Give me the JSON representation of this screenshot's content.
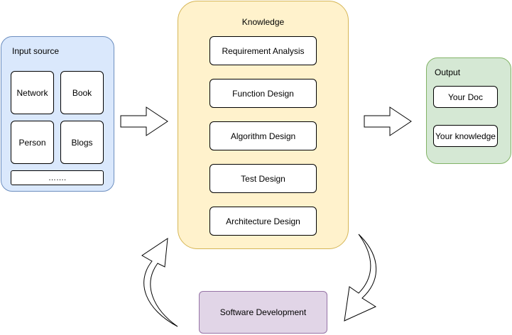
{
  "input_source": {
    "title": "Input source",
    "items": [
      "Network",
      "Book",
      "Person",
      "Blogs"
    ],
    "more": "……."
  },
  "knowledge": {
    "title": "Knowledge",
    "items": [
      "Requirement Analysis",
      "Function Design",
      "Algorithm Design",
      "Test Design",
      "Architecture Design"
    ]
  },
  "output": {
    "title": "Output",
    "items": [
      "Your Doc",
      "Your knowledge"
    ]
  },
  "software_development": "Software Development",
  "colors": {
    "input_fill": "#dae8fc",
    "input_stroke": "#6c8ebf",
    "knowledge_fill": "#fff2cc",
    "knowledge_stroke": "#d6b656",
    "output_fill": "#d5e8d4",
    "output_stroke": "#82b366",
    "software_fill": "#e1d5e7",
    "software_stroke": "#9673a6"
  }
}
